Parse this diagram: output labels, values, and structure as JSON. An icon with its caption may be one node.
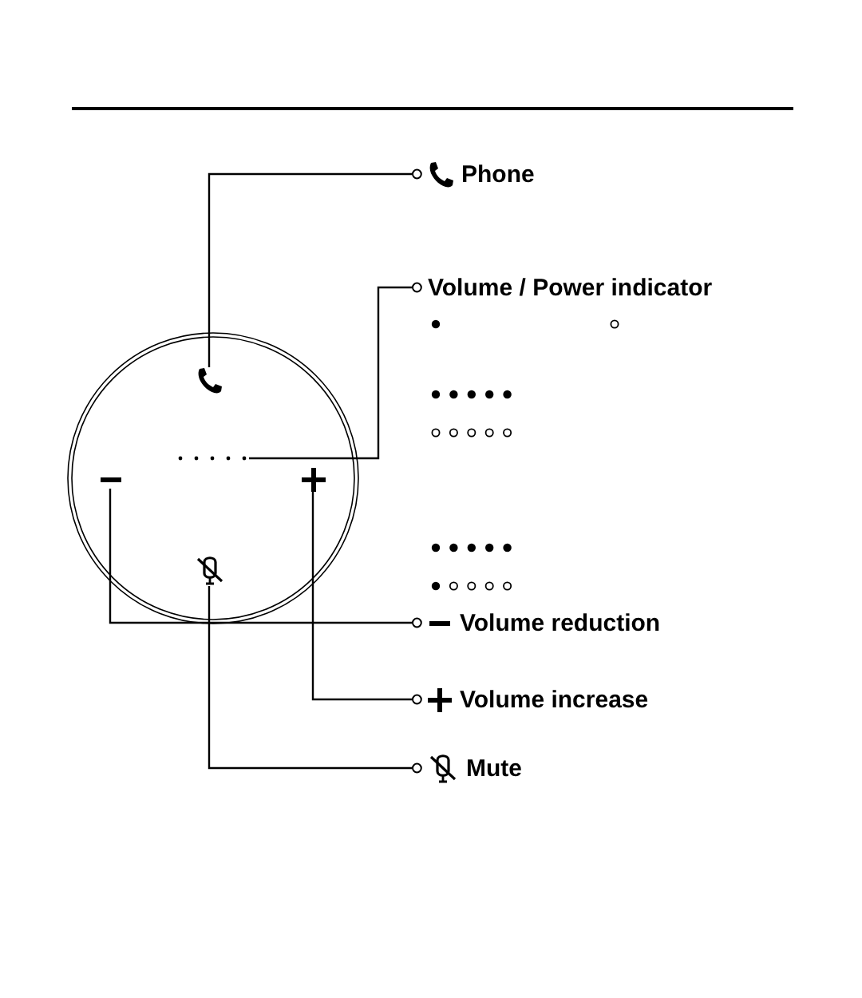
{
  "diagram": {
    "nodes": [
      {
        "text": [
          "Phone"
        ]
      },
      {
        "text": [
          "Volume / Power indicator"
        ]
      },
      {
        "text": [
          "Volume reduction"
        ]
      },
      {
        "text": [
          "Volume increase"
        ]
      },
      {
        "text": [
          "Mute"
        ]
      },
      {
        "text": [],
        "shape": "circle"
      },
      {
        "text": [],
        "shape": "phone",
        "in": 5
      },
      {
        "text": [],
        "shape": "dots",
        "in": 5
      },
      {
        "text": [],
        "shape": "minus",
        "in": 5
      },
      {
        "text": [],
        "shape": "plus",
        "in": 5
      },
      {
        "text": [],
        "shape": "mute",
        "in": 5
      }
    ],
    "edges": [
      {
        "from": 0,
        "to": 6,
        "arrow": "other"
      },
      {
        "from": 1,
        "to": 7,
        "arrow": "other"
      },
      {
        "from": 2,
        "to": 8,
        "arrow": "other"
      },
      {
        "from": 3,
        "to": 9,
        "arrow": "other"
      },
      {
        "from": 4,
        "to": 10,
        "arrow": "other"
      }
    ]
  }
}
